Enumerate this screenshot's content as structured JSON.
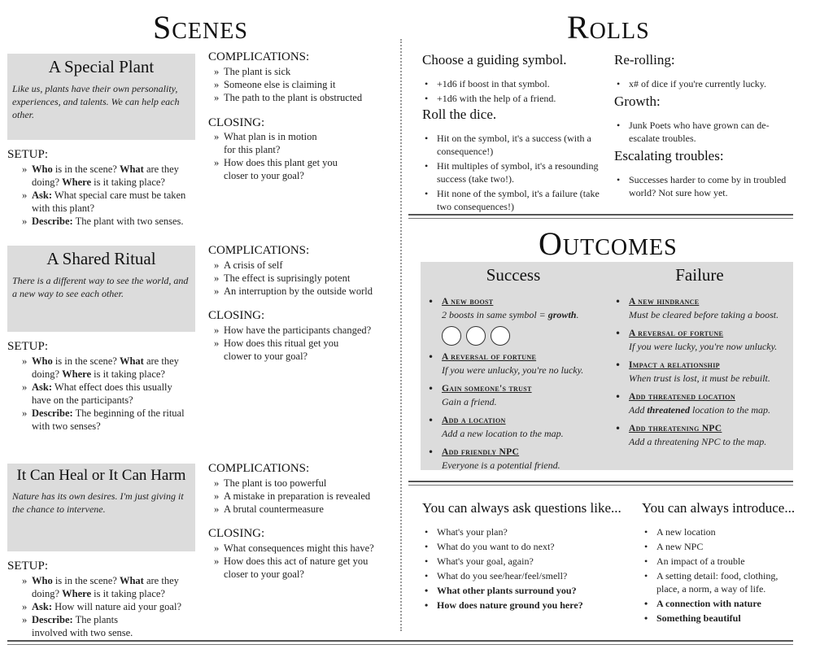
{
  "headings": {
    "scenes": "Scenes",
    "rolls": "Rolls",
    "outcomes": "Outcomes"
  },
  "labels": {
    "setup": "SETUP:",
    "complications": "COMPLICATIONS:",
    "closing": "CLOSING:"
  },
  "scenes": [
    {
      "title": "A Special Plant",
      "desc": "Like us, plants have their own personality, experiences, and talents. We can help each other.",
      "setup": [
        {
          "b1": "Who",
          "t1": " is in the scene? ",
          "b2": "What",
          "t2": " are they doing? ",
          "b3": "Where",
          "t3": " is it taking place?"
        },
        {
          "b1": "Ask:",
          "t1": " What special care must be taken with this plant?"
        },
        {
          "b1": "Describe:",
          "t1": " The plant with two senses."
        }
      ],
      "complications": [
        "The plant is sick",
        "Someone else is claiming it",
        "The path to the plant is obstructed"
      ],
      "closing": [
        "What plan is in motion for this plant?",
        "How does this plant get you closer to your goal?"
      ]
    },
    {
      "title": "A Shared Ritual",
      "desc": "There is a different way to see the world, and a new way to see each other.",
      "setup": [
        {
          "b1": "Who",
          "t1": " is in the scene? ",
          "b2": "What",
          "t2": " are they doing? ",
          "b3": "Where",
          "t3": " is it taking place?"
        },
        {
          "b1": "Ask:",
          "t1": " What effect does this usually have on the participants?"
        },
        {
          "b1": "Describe:",
          "t1": " The beginning of the ritual with two senses?"
        }
      ],
      "complications": [
        "A crisis of self",
        "The effect is suprisingly potent",
        "An interruption by the outside world"
      ],
      "closing": [
        "How have the participants changed?",
        "How does this ritual get you clower to your goal?"
      ]
    },
    {
      "title": "It Can Heal or It Can Harm",
      "desc": "Nature has its own desires. I'm just giving it the chance to intervene.",
      "setup": [
        {
          "b1": "Who",
          "t1": " is in the scene? ",
          "b2": "What",
          "t2": " are they doing? ",
          "b3": "Where",
          "t3": " is it taking place?"
        },
        {
          "b1": "Ask:",
          "t1": " How will nature aid your goal?"
        },
        {
          "b1": "Describe:",
          "t1": " The plants involved with two sense."
        }
      ],
      "complications": [
        "The plant is too powerful",
        "A mistake in preparation is revealed",
        "A brutal countermeasure"
      ],
      "closing": [
        "What consequences might this have?",
        "How does this act of nature get you closer to your goal?"
      ]
    }
  ],
  "rolls": {
    "guide_title": "Choose a guiding symbol.",
    "guide_items": [
      "+1d6 if boost in that symbol.",
      "+1d6 with the help of a friend."
    ],
    "roll_title": "Roll the dice.",
    "roll_items": [
      "Hit on the symbol, it's a success (with a consequence!)",
      "Hit multiples of symbol, it's a resounding success (take two!).",
      "Hit none of the symbol, it's a failure (take two consequences!)"
    ],
    "reroll_title": "Re-rolling:",
    "reroll_items": [
      "x# of dice if you're currently lucky."
    ],
    "growth_title": "Growth:",
    "growth_items": [
      "Junk Poets who have grown can de-escalate troubles."
    ],
    "esc_title": "Escalating troubles:",
    "esc_items": [
      "Successes harder to come by in troubled world? Not sure how yet."
    ]
  },
  "outcomes": {
    "success_title": "Success",
    "failure_title": "Failure",
    "success": [
      {
        "name": "A new boost",
        "desc_a": "2 boosts in same symbol = ",
        "desc_b": "growth",
        "desc_c": "."
      },
      {
        "name": "A reversal of fortune",
        "desc_a": "If you were unlucky, you're no lucky."
      },
      {
        "name": "Gain someone's trust",
        "desc_a": "Gain a friend."
      },
      {
        "name": "Add a location",
        "desc_a": "Add a new location to the map."
      },
      {
        "name": "Add friendly NPC",
        "desc_a": "Everyone is a potential friend."
      }
    ],
    "failure": [
      {
        "name": "A new hindrance",
        "desc_a": "Must be cleared before taking a boost."
      },
      {
        "name": "A reversal of fortune",
        "desc_a": "If you were lucky, you're now unlucky."
      },
      {
        "name": "Impact a relationship",
        "desc_a": "When trust is lost, it must be rebuilt."
      },
      {
        "name": "Add threatened location",
        "desc_a": "Add ",
        "desc_b": "threatened",
        "desc_c": " location to the map."
      },
      {
        "name": "Add threatening NPC",
        "desc_a": "Add a threatening NPC to the map."
      }
    ]
  },
  "questions": {
    "title": "You can always ask questions like...",
    "items": [
      "What's your plan?",
      "What do you want to do next?",
      "What's your goal, again?",
      "What do you see/hear/feel/smell?"
    ],
    "bold_items": [
      "What other plants surround you?",
      "How does nature ground you here?"
    ]
  },
  "introduce": {
    "title": "You can always introduce...",
    "items": [
      "A new location",
      "A new NPC",
      "An impact of a trouble",
      "A setting detail: food, clothing, place, a norm, a way of life."
    ],
    "bold_items": [
      "A connection with nature",
      "Something beautiful"
    ]
  }
}
